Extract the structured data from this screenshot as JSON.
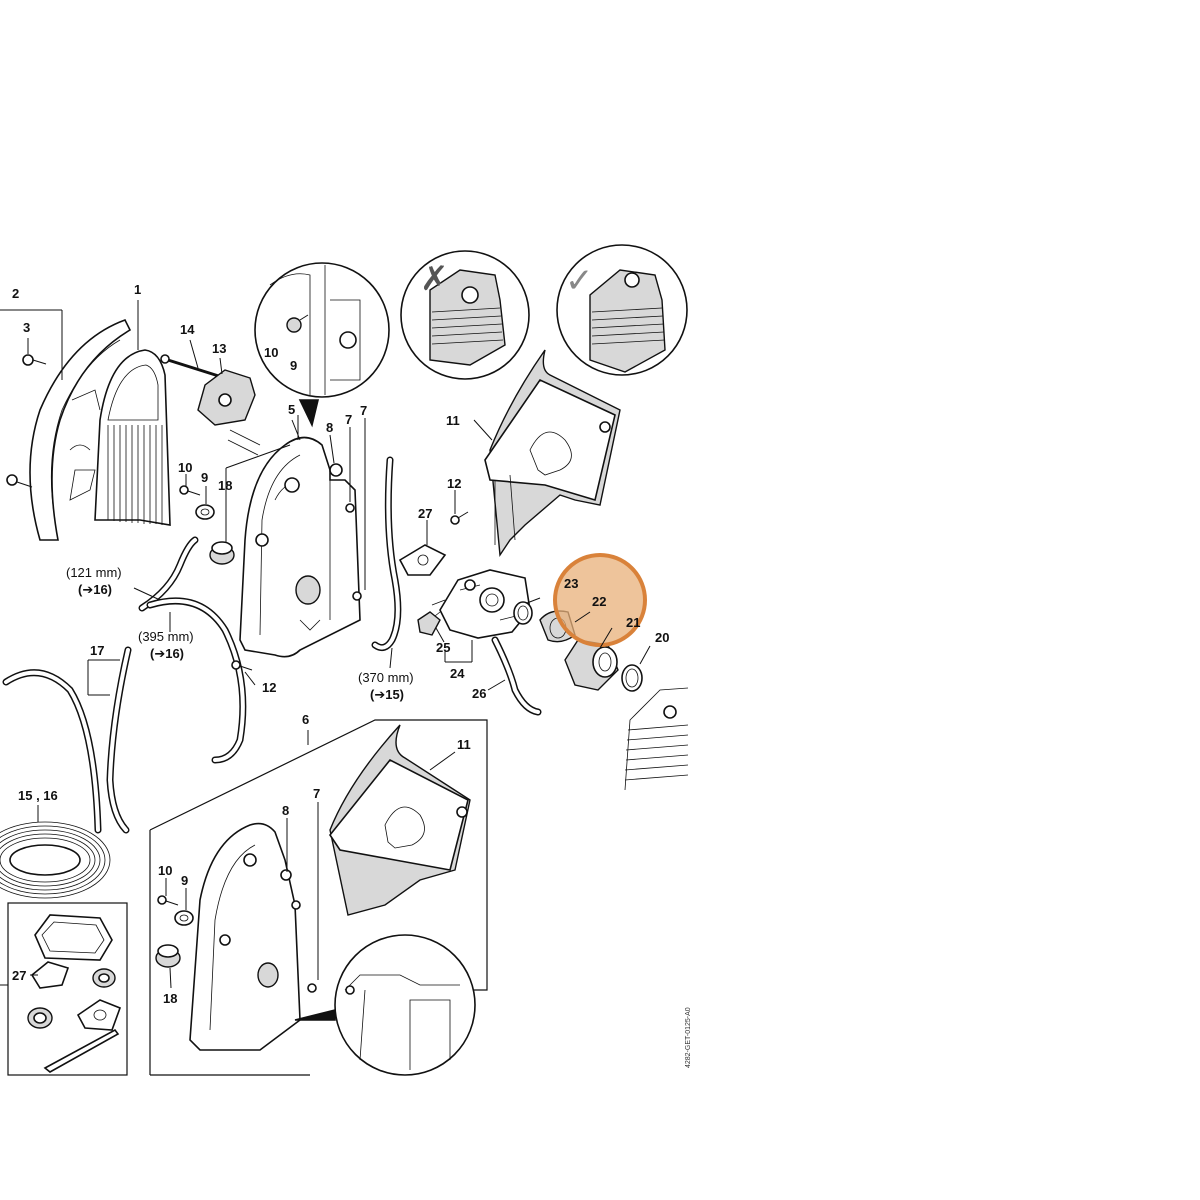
{
  "diagram": {
    "part_labels": [
      {
        "id": "p2",
        "text": "2"
      },
      {
        "id": "p3",
        "text": "3"
      },
      {
        "id": "p1",
        "text": "1"
      },
      {
        "id": "p14",
        "text": "14"
      },
      {
        "id": "p13",
        "text": "13"
      },
      {
        "id": "p10a",
        "text": "10"
      },
      {
        "id": "p9a",
        "text": "9"
      },
      {
        "id": "p5",
        "text": "5"
      },
      {
        "id": "p8a",
        "text": "8"
      },
      {
        "id": "p7a",
        "text": "7"
      },
      {
        "id": "p7b",
        "text": "7"
      },
      {
        "id": "p10b",
        "text": "10"
      },
      {
        "id": "p9b",
        "text": "9"
      },
      {
        "id": "p18a",
        "text": "18"
      },
      {
        "id": "p11a",
        "text": "11"
      },
      {
        "id": "p12a",
        "text": "12"
      },
      {
        "id": "p27a",
        "text": "27"
      },
      {
        "id": "p23",
        "text": "23"
      },
      {
        "id": "p22",
        "text": "22"
      },
      {
        "id": "p21",
        "text": "21"
      },
      {
        "id": "p20",
        "text": "20"
      },
      {
        "id": "p25",
        "text": "25"
      },
      {
        "id": "p24",
        "text": "24"
      },
      {
        "id": "p26",
        "text": "26"
      },
      {
        "id": "p17",
        "text": "17"
      },
      {
        "id": "p12b",
        "text": "12"
      },
      {
        "id": "p6",
        "text": "6"
      },
      {
        "id": "p11b",
        "text": "11"
      },
      {
        "id": "p1516",
        "text": "15 , 16"
      },
      {
        "id": "p8b",
        "text": "8"
      },
      {
        "id": "p7c",
        "text": "7"
      },
      {
        "id": "p10c",
        "text": "10"
      },
      {
        "id": "p9c",
        "text": "9"
      },
      {
        "id": "p18b",
        "text": "18"
      },
      {
        "id": "p27b",
        "text": "27"
      }
    ],
    "hose_notes": [
      {
        "id": "n121",
        "length": "(121 mm)",
        "ref": "(➔16)"
      },
      {
        "id": "n395",
        "length": "(395 mm)",
        "ref": "(➔16)"
      },
      {
        "id": "n370",
        "length": "(370 mm)",
        "ref": "(➔15)"
      }
    ],
    "drawing_ref": "4282-GET-0125-A0",
    "highlight": {
      "color": "#d9823a",
      "fill": "#e8b07a"
    },
    "callout_marks": {
      "wrong": "✗",
      "right": "✓"
    }
  }
}
